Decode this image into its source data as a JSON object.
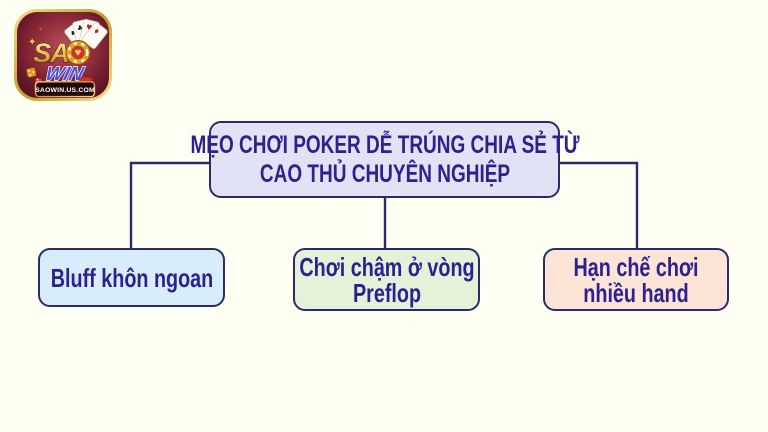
{
  "logo": {
    "brand_line1": "SAO",
    "brand_line2": "WIN",
    "site_url": "SAOWIN.US.COM",
    "icons": [
      "playing-cards-fan-icon",
      "poker-chip-icon",
      "sparkle-icon",
      "dice-icon",
      "chip-stack-icon"
    ],
    "colors": {
      "gold": "#e8c04a",
      "maroon_bg": "#5c1426",
      "win_blue": "#4653e6",
      "banner_bg": "#200609"
    }
  },
  "diagram": {
    "root_label": "MẸO CHƠI POKER DỄ TRÚNG CHIA SẺ TỪ\nCAO THỦ CHUYÊN NGHIỆP",
    "children": [
      {
        "label": "Bluff khôn ngoan",
        "bg": "#d8edfb"
      },
      {
        "label": "Chơi chậm ở vòng\nPreflop",
        "bg": "#e4f2da"
      },
      {
        "label": "Hạn chế chơi\nnhiều hand",
        "bg": "#fce5d6"
      }
    ],
    "colors": {
      "page_bg": "#fdfff2",
      "root_bg": "#e2e2f6",
      "node_border": "#2b2b6b",
      "node_text": "#2c2190",
      "connector": "#2b2b6b"
    }
  }
}
